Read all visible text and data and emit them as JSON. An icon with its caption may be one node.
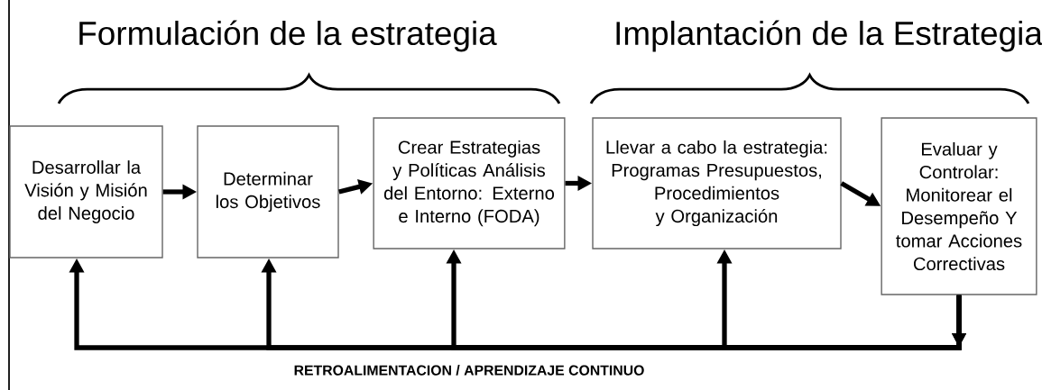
{
  "diagram": {
    "nodes": [
      {
        "text": [
          "Desarrollar la Visión y Misión del Negocio"
        ]
      },
      {
        "text": [
          "Determinar los Objetivos"
        ]
      },
      {
        "text": [
          "Crear Estrategias y Políticas Análisis del Entorno: Externo e Interno (FODA)"
        ]
      },
      {
        "text": [
          "Llevar a cabo la estrategia: Programas Presupuestos, Procedimientos y Organización"
        ]
      },
      {
        "text": [
          "Evaluar y Controlar: Monitorear el Desempeño Y tomar Acciones Correctivas"
        ]
      }
    ],
    "edges": [
      {
        "from": 0,
        "to": 1,
        "arrow": "to"
      },
      {
        "from": 1,
        "to": 2,
        "arrow": "to"
      },
      {
        "from": 2,
        "to": 3,
        "arrow": "to"
      },
      {
        "from": 3,
        "to": 4,
        "arrow": "to"
      },
      {
        "from": 4,
        "to": 0,
        "arrow": "to"
      },
      {
        "from": 4,
        "to": 1,
        "arrow": "to"
      },
      {
        "from": 4,
        "to": 2,
        "arrow": "to"
      },
      {
        "from": 4,
        "to": 3,
        "arrow": "to"
      }
    ],
    "labels": [
      "Formulación de la estrategia",
      "Implantación de la Estrategia",
      "RETROALIMENTACION / APRENDIZAJE CONTINUO"
    ]
  }
}
